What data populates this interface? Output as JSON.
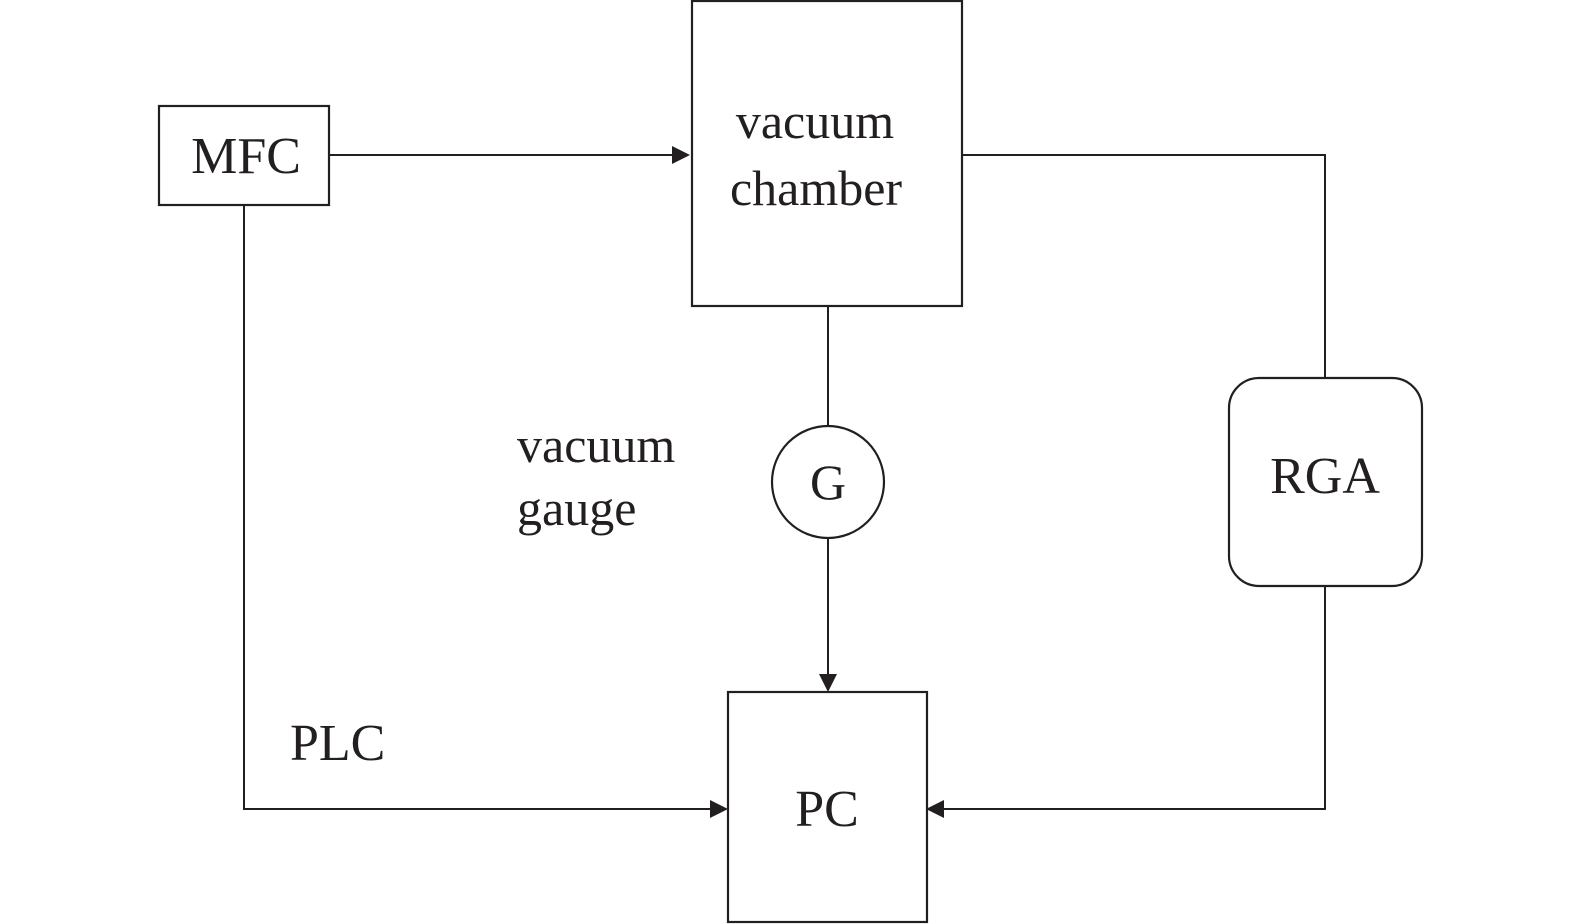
{
  "diagram": {
    "nodes": {
      "mfc": {
        "label": "MFC"
      },
      "chamber": {
        "label_lines": [
          "vacuum",
          "chamber"
        ]
      },
      "gauge": {
        "label": "G"
      },
      "rga": {
        "label": "RGA"
      },
      "pc": {
        "label": "PC"
      }
    },
    "annotations": {
      "gauge_caption_lines": [
        "vacuum",
        "gauge"
      ],
      "plc": "PLC"
    },
    "colors": {
      "ink": "#231f20",
      "background": "#ffffff"
    }
  }
}
